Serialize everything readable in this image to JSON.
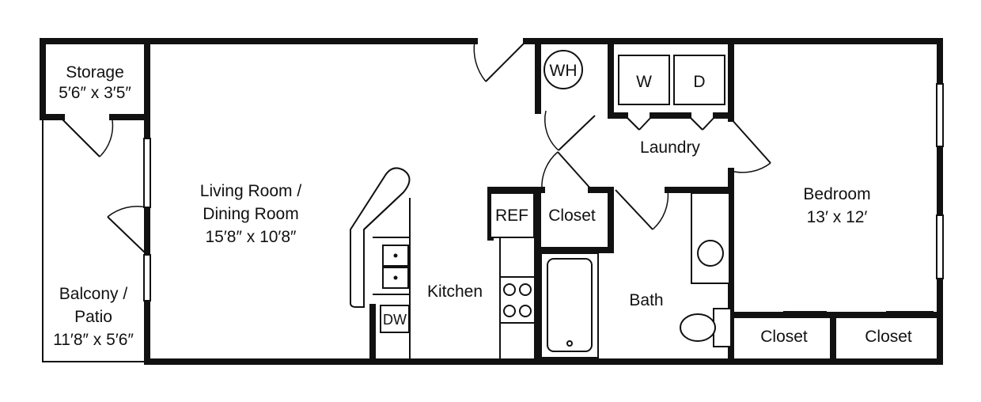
{
  "rooms": {
    "storage": {
      "name": "Storage",
      "size": "5′6″ x 3′5″"
    },
    "living": {
      "name_line1": "Living Room /",
      "name_line2": "Dining Room",
      "size": "15′8″ x 10′8″"
    },
    "balcony": {
      "name_line1": "Balcony /",
      "name_line2": "Patio",
      "size": "11′8″ x 5′6″"
    },
    "kitchen": {
      "name": "Kitchen"
    },
    "laundry": {
      "name": "Laundry"
    },
    "bath": {
      "name": "Bath"
    },
    "bedroom": {
      "name": "Bedroom",
      "size": "13′ x 12′"
    },
    "closet_center": {
      "name": "Closet"
    },
    "closet_bed_left": {
      "name": "Closet"
    },
    "closet_bed_right": {
      "name": "Closet"
    }
  },
  "fixtures": {
    "water_heater": "WH",
    "washer": "W",
    "dryer": "D",
    "refrigerator": "REF",
    "dishwasher": "DW"
  }
}
